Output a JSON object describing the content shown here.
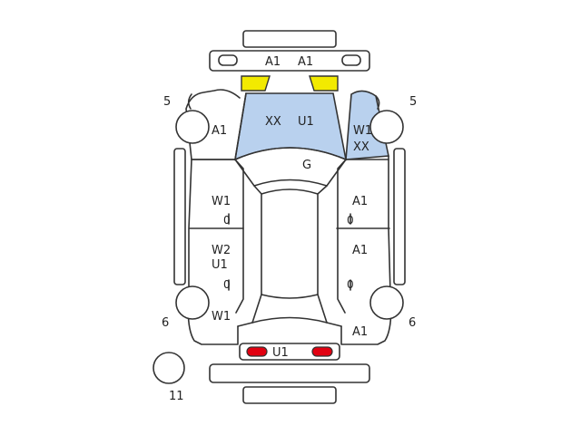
{
  "colors": {
    "outline": "#333333",
    "glass": "#b9d1ee",
    "yellow_mark": "#f2ea00",
    "red_mark": "#e10010"
  },
  "labels": {
    "front_bumper_left": "A1",
    "front_bumper_right": "A1",
    "windshield_a": "XX",
    "windshield_b": "U1",
    "left_fender": "A1",
    "right_fender_a": "W1",
    "right_fender_b": "XX",
    "roof": "G",
    "left_front_door": "W1",
    "left_front_door_sub": "0",
    "right_front_door": "A1",
    "right_front_door_sub": "0",
    "left_rear_door_a": "W2",
    "left_rear_door_b": "U1",
    "left_rear_door_sub": "0",
    "right_rear_door": "A1",
    "right_rear_door_sub": "0",
    "left_quarter": "W1",
    "right_quarter": "A1",
    "rear_panel": "U1",
    "wheel_front_left": "5",
    "wheel_front_right": "5",
    "wheel_rear_left": "6",
    "wheel_rear_right": "6",
    "spare_tire": "11"
  }
}
